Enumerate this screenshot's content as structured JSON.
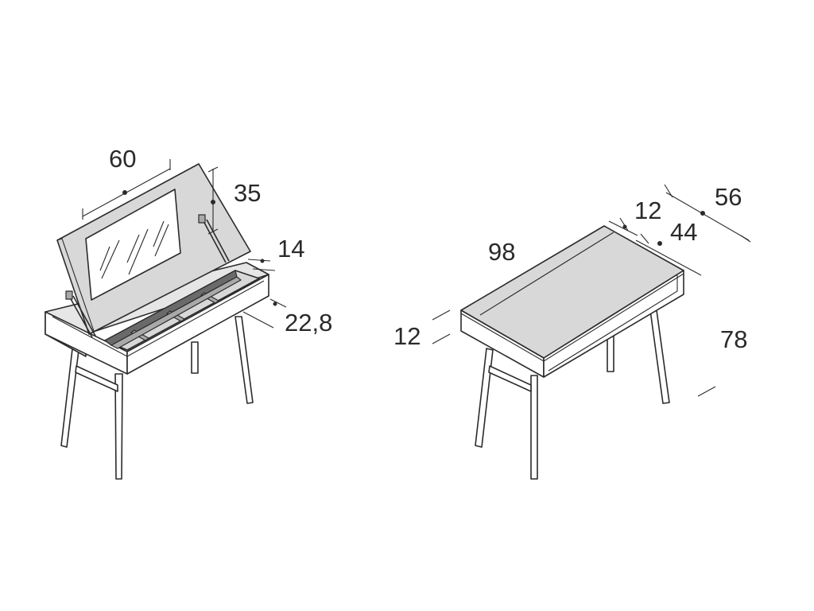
{
  "open_view": {
    "dims": {
      "width": "60",
      "mirror_height": "35",
      "depth": "14",
      "tray": "22,8"
    }
  },
  "closed_view": {
    "dims": {
      "top_depth": "12",
      "cover_width": "44",
      "depth": "56",
      "width": "98",
      "thickness": "12",
      "height": "78"
    }
  }
}
